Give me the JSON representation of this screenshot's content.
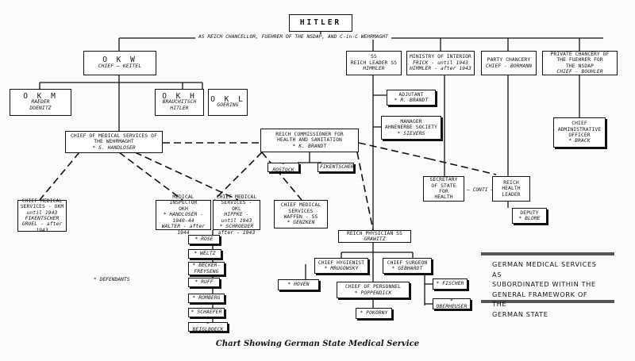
{
  "top": {
    "title": "HITLER",
    "subtitle": "AS REICH CHANCELLOR, FUEHRER OF THE NSDAP, AND C-in-C WEHRMAGHT"
  },
  "okw": {
    "name": "O K W",
    "chief": "CHIEF — KEITEL"
  },
  "okm": {
    "name": "O K M",
    "l1": "RAEDER",
    "l2": "DOENITZ"
  },
  "okh": {
    "name": "O K H",
    "l1": "BRAUCHITSCH",
    "l2": "HITLER"
  },
  "okl": {
    "name": "O K L",
    "l1": "GOERING"
  },
  "ss": {
    "l1": "SS",
    "l2": "REICH LEADER SS",
    "l3": "HIMMLER"
  },
  "interior": {
    "l1": "MINISTRY OF INTERIOR",
    "l2": "FRICK - until 1943",
    "l3": "HIMMLER - after 1943"
  },
  "party": {
    "l1": "PARTY CHANCERY",
    "l2": "CHIEF - BORMANN"
  },
  "private": {
    "l1": "PRIVATE CHANCERY OF",
    "l2": "THE FUEHRER FOR",
    "l3": "THE NSDAP",
    "l4": "CHIEF - BOUHLER"
  },
  "adjutant": {
    "l1": "ADJUTANT",
    "l2": "R. BRANDT"
  },
  "ahnenerbe": {
    "l1": "MANAGER",
    "l2": "AHNENERBE SOCIETY",
    "l3": "SIEVERS"
  },
  "cao": {
    "l1": "CHIEF",
    "l2": "ADMINISTRATIVE",
    "l3": "OFFICER",
    "l4": "BRACK"
  },
  "wehrmacht_med": {
    "l1": "CHIEF OF MEDICAL SERVICES OF",
    "l2": "THE WEHRMAGHT",
    "l3": "S. HANDLOSER"
  },
  "reich_comm": {
    "l1": "REICH COMMISSIONER FOR",
    "l2": "HEALTH AND SANITATION",
    "l3": "K. BRANDT"
  },
  "rostock": "ROSTOCK",
  "fikentscher_small": "FIKENTSCHER",
  "secretary": {
    "l1": "SECRETARY",
    "l2": "OF STATE",
    "l3": "FOR",
    "l4": "HEALTH"
  },
  "conti": "— CONTI —",
  "reich_health": {
    "l1": "REICH",
    "l2": "HEALTH",
    "l3": "LEADER"
  },
  "deputy": {
    "l1": "DEPUTY",
    "l2": "BLOME"
  },
  "okm_med": {
    "l1": "CHIEF MEDICAL",
    "l2": "SERVICES - OKM",
    "l3": "until 1943",
    "l4": "FIKENTSCHER",
    "l5": "GRUEL - after 1943"
  },
  "okh_med": {
    "l1": "MEDICAL INSPECTOR",
    "l2": "OKH",
    "l3": "HANDLOSER - 1940-44",
    "l4": "WALTER - after 1944"
  },
  "okl_med": {
    "l1": "CHIEF MEDICAL",
    "l2": "SERVICES - OKL",
    "l3": "HIPPKE - until 1943",
    "l4": "SCHROEDER",
    "l5": "after - 1943"
  },
  "waffen": {
    "l1": "CHIEF MEDICAL",
    "l2": "SERVICES",
    "l3": "WAFFEN - SS",
    "l4": "GENZKEN"
  },
  "physician": {
    "l1": "REICH PHYSICIAN SS",
    "l2": "GRAWITZ"
  },
  "hygienist": {
    "l1": "CHIEF HYGIENIST",
    "l2": "MRUGOWSKY"
  },
  "surgeon": {
    "l1": "CHIEF SURGEON",
    "l2": "GEBHARDT"
  },
  "personnel": {
    "l1": "CHIEF OF PERSONNEL",
    "l2": "POPPENDICK"
  },
  "hoven": "HOVEN",
  "fischer": "FISCHER",
  "oberheuser": "OBERHEUSER",
  "pokorny": "POKORNY",
  "okl_sub": [
    "ROSE",
    "WELTZ",
    "BECKER-\nFREYSENG",
    "RUFF",
    "ROMBERG",
    "SCHAEFER",
    "BEIGLBOECK"
  ],
  "defendants": "* DEFENDANTS",
  "legend": {
    "l1": "GERMAN MEDICAL SERVICES AS",
    "l2": "SUBORDINATED WITHIN THE",
    "l3": "GENERAL FRAMEWORK OF THE",
    "l4": "GERMAN STATE"
  },
  "caption": "Chart Showing German State Medical Service"
}
